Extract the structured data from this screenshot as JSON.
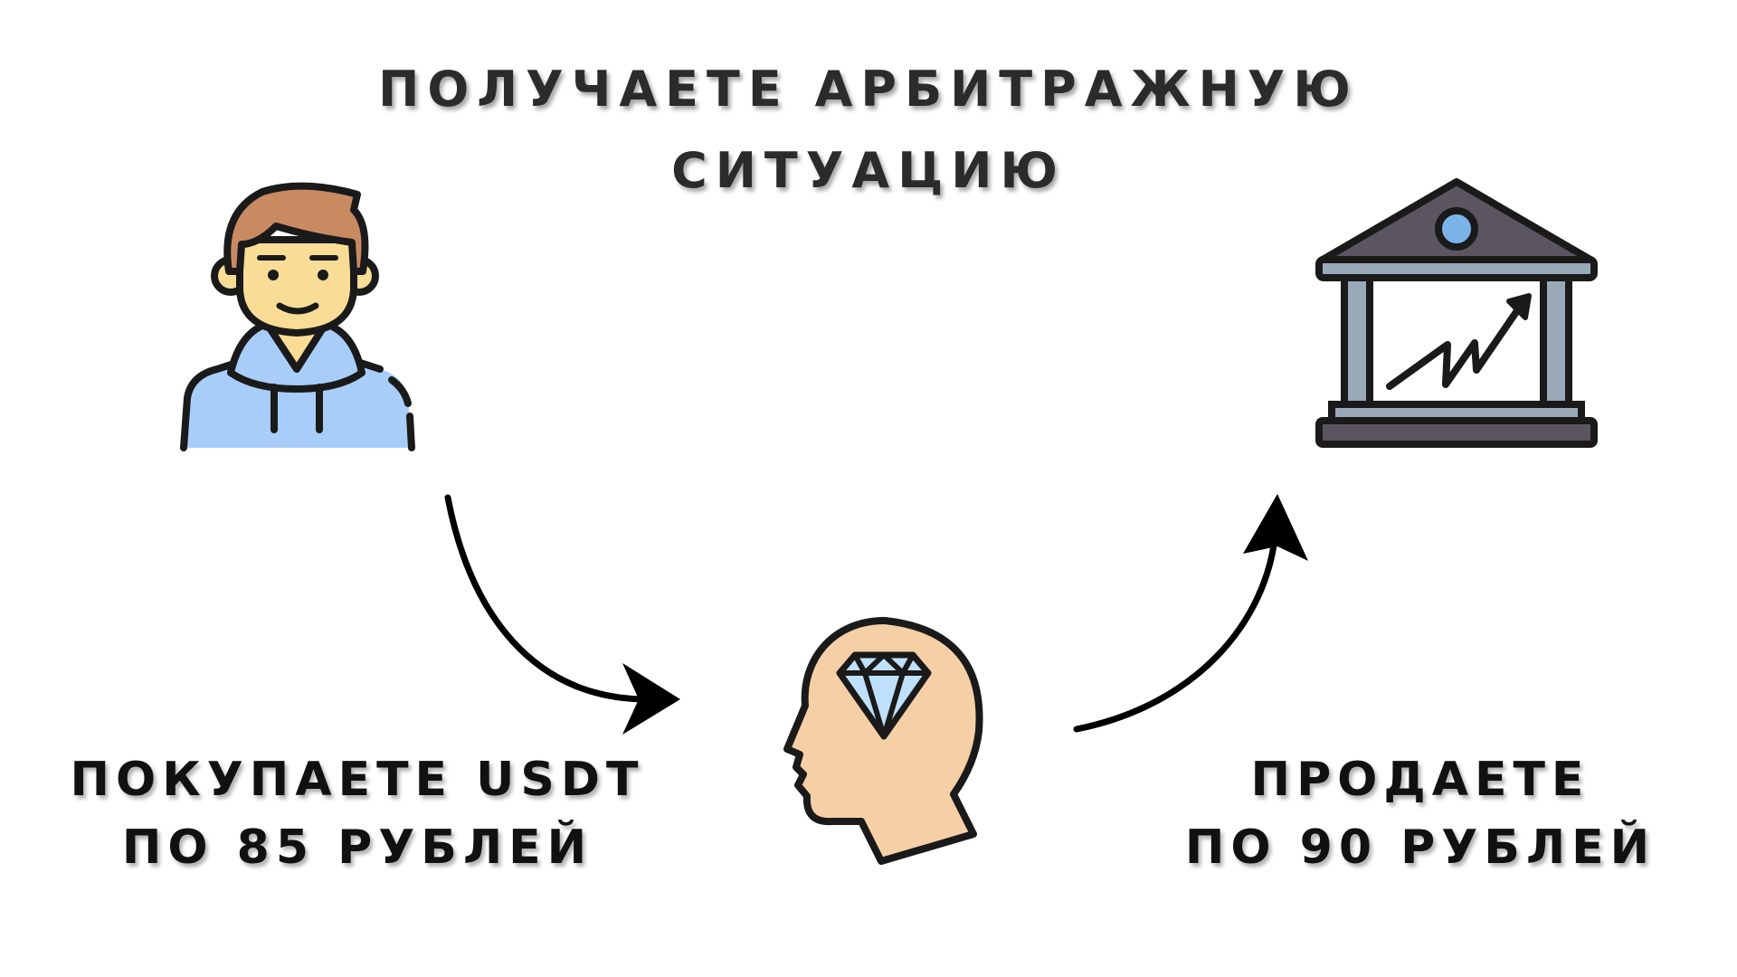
{
  "title": {
    "line1": "ПОЛУЧАЕТЕ АРБИТРАЖНУЮ",
    "line2": "СИТУАЦИЮ"
  },
  "left_label": {
    "line1": "ПОКУПАЕТЕ USDT",
    "line2": "ПО 85 РУБЛЕЙ"
  },
  "right_label": {
    "line1": "ПРОДАЕТЕ",
    "line2": "ПО 90 РУБЛЕЙ"
  },
  "colors": {
    "outline": "#1a1a1a",
    "hair": "#c98a62",
    "skin": "#f9dc96",
    "hoodie": "#a8cdf9",
    "head": "#f5cfa6",
    "diamond": "#bfe0fb",
    "roof": "#5a5560",
    "column": "#9aa9b8",
    "window": "#7ab3e8"
  },
  "icons": [
    "person-icon",
    "mind-diamond-icon",
    "bank-growth-icon",
    "arrow-icon"
  ]
}
